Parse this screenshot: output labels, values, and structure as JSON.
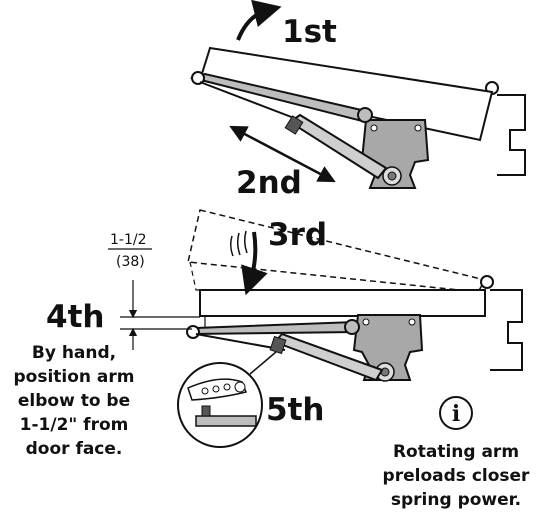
{
  "steps": {
    "first": "1st",
    "second": "2nd",
    "third": "3rd",
    "fourth": "4th",
    "fifth": "5th"
  },
  "dimension": {
    "imperial": "1-1/2",
    "metric": "(38)"
  },
  "instruction_left": {
    "line1": "By hand,",
    "line2": "position arm",
    "line3": "elbow to be",
    "line4": "1-1/2\" from",
    "line5": "door face."
  },
  "info": {
    "icon_glyph": "i",
    "line1": "Rotating arm",
    "line2": "preloads closer",
    "line3": "spring power."
  },
  "colors": {
    "ink": "#111111",
    "arm_fill": "#bdbdbd",
    "bracket_fill": "#a8a8a8",
    "door_fill": "#ffffff"
  }
}
